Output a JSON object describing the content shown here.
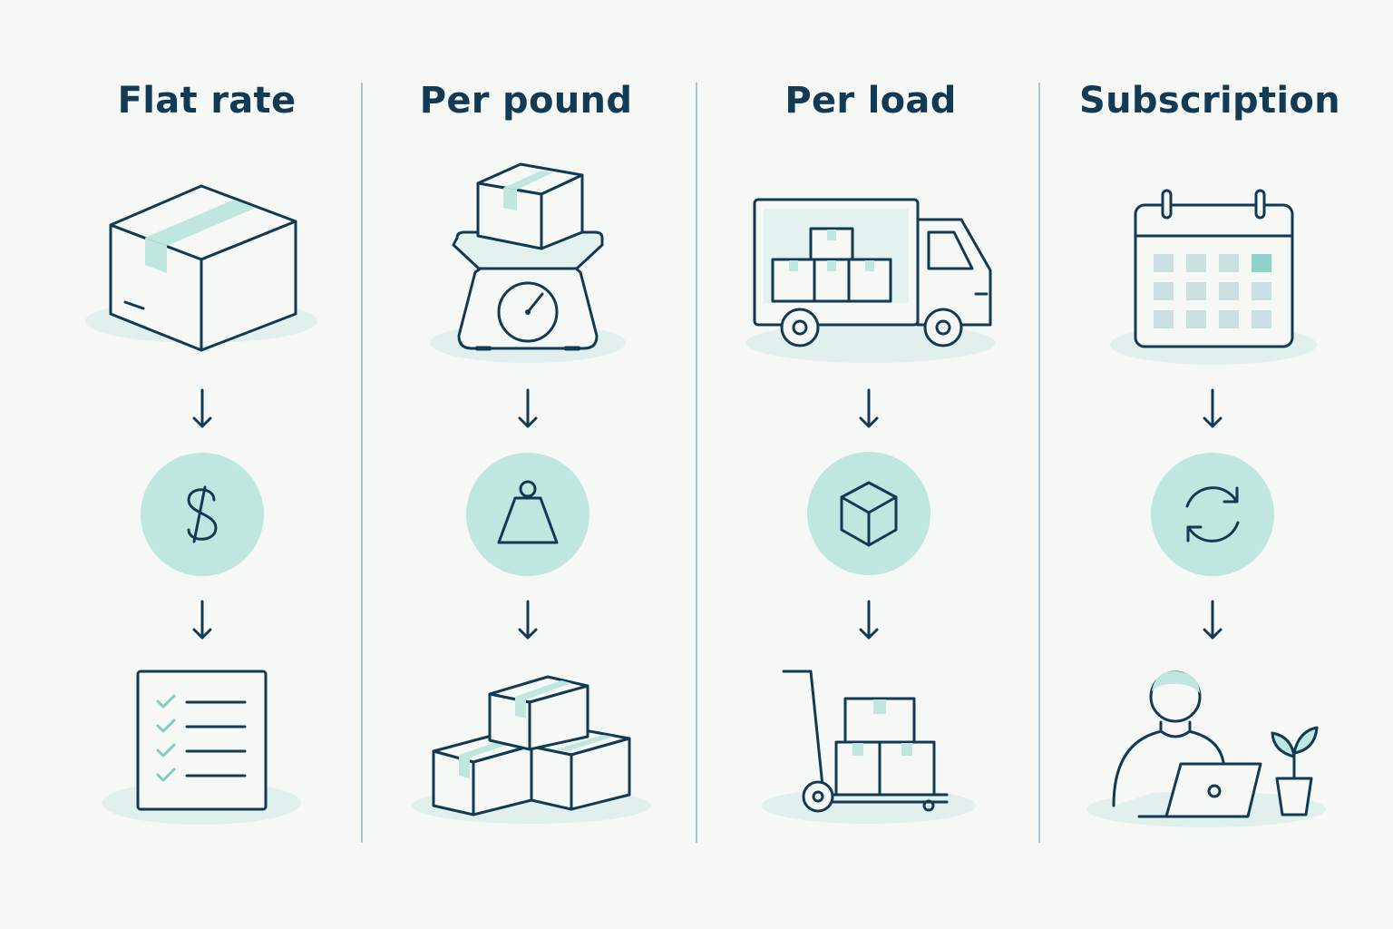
{
  "columns": [
    {
      "title": "Flat rate",
      "top_icon": "closed-box-icon",
      "middle_icon": "dollar-sign-icon",
      "bottom_icon": "checklist-icon"
    },
    {
      "title": "Per pound",
      "top_icon": "scale-with-box-icon",
      "middle_icon": "weight-icon",
      "bottom_icon": "stacked-boxes-icon"
    },
    {
      "title": "Per load",
      "top_icon": "box-truck-icon",
      "middle_icon": "cube-icon",
      "bottom_icon": "hand-truck-icon"
    },
    {
      "title": "Subscription",
      "top_icon": "calendar-icon",
      "middle_icon": "refresh-icon",
      "bottom_icon": "person-laptop-icon"
    }
  ],
  "colors": {
    "line": "#123a55",
    "accent": "#8fd3c7",
    "accent_light": "#bfe6df",
    "shadow": "#e1f0ed",
    "background": "#f6f8f6",
    "divider": "#a9c4cf"
  }
}
